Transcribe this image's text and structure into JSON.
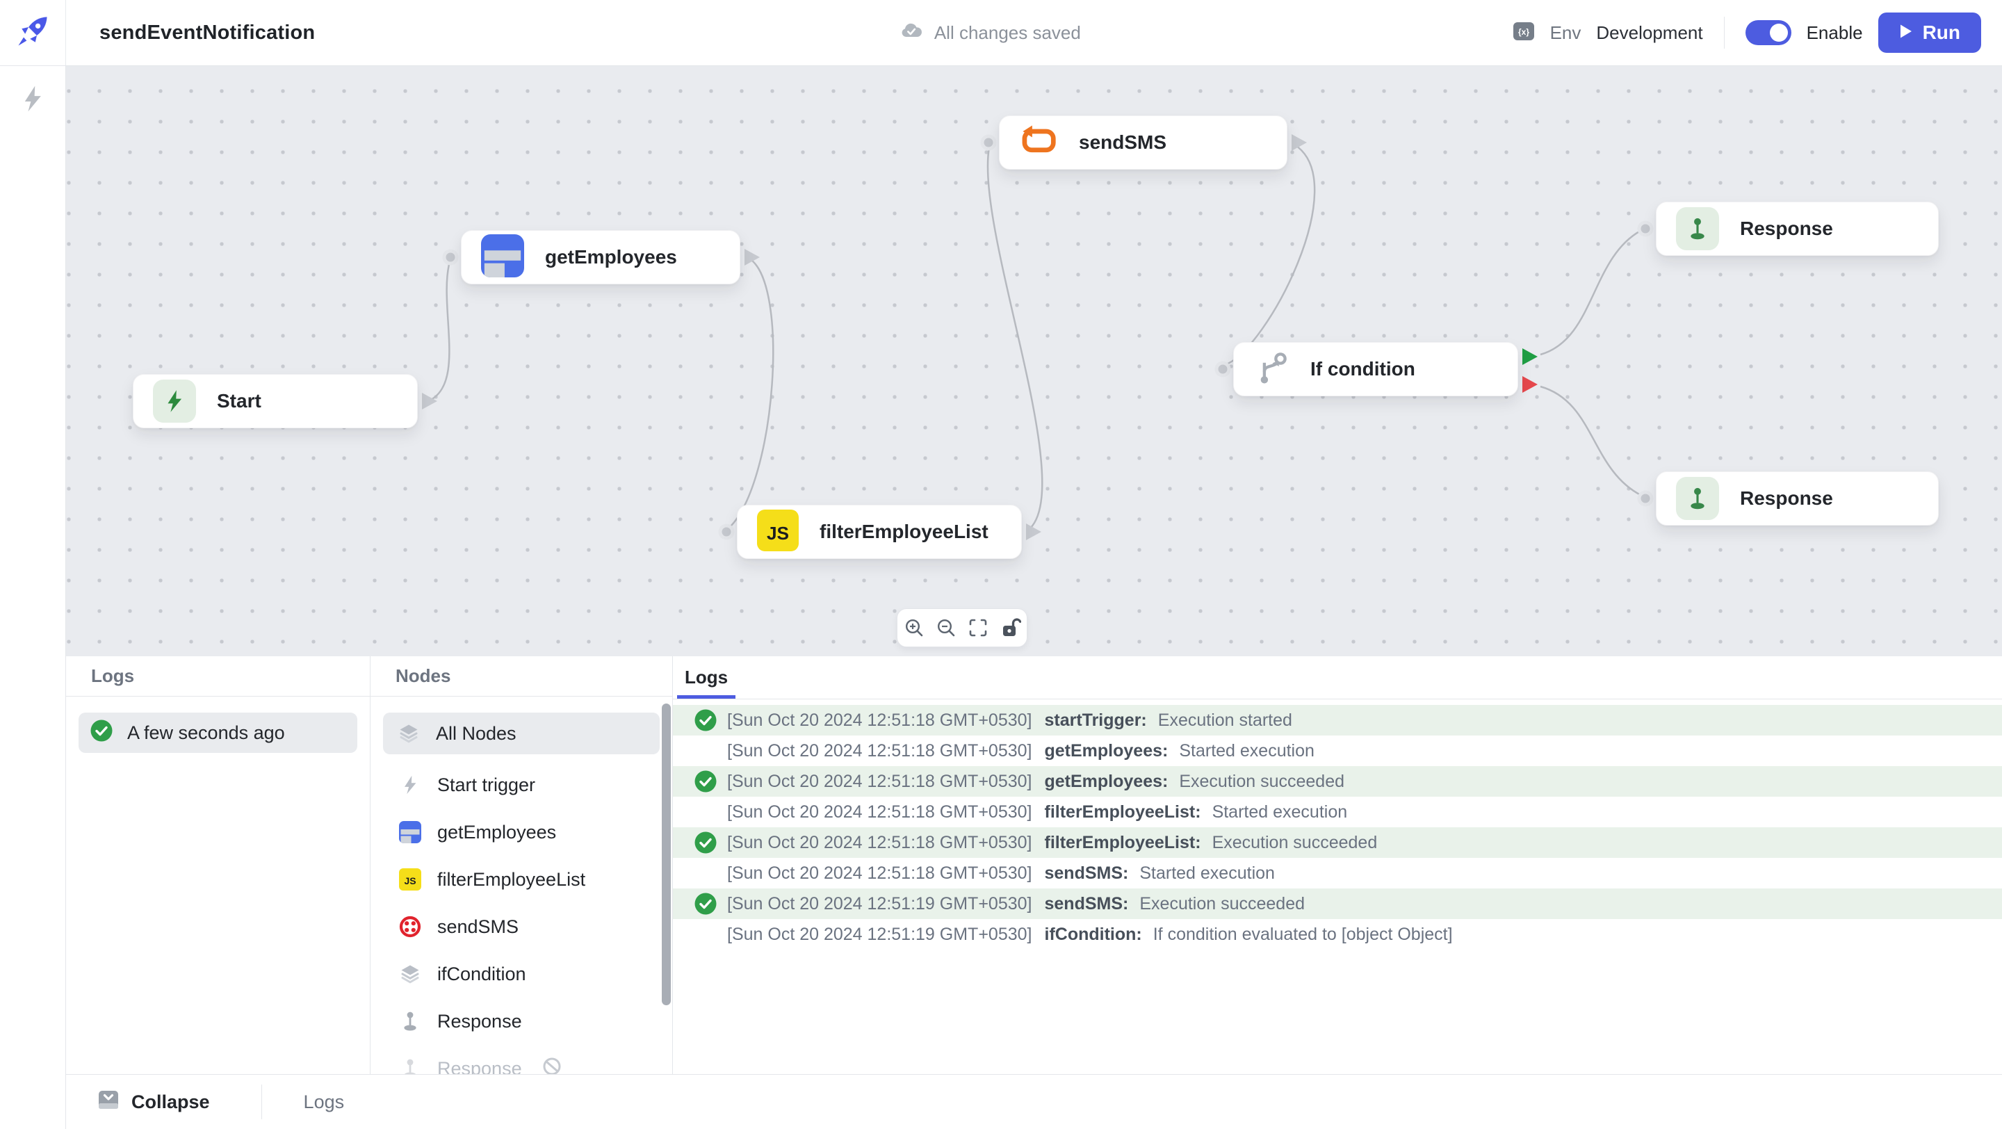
{
  "colors": {
    "accent": "#4d5ce0",
    "success": "#2f9e49",
    "success_row_bg": "#e9f2ea",
    "canvas_bg": "#e9ebef",
    "branch_true": "#1f9e44",
    "branch_false": "#e5484d"
  },
  "topbar": {
    "title": "sendEventNotification",
    "save_status": "All changes saved",
    "env_label": "Env",
    "env_value": "Development",
    "enable_label": "Enable",
    "run_label": "Run"
  },
  "canvas": {
    "nodes": [
      {
        "label": "Start",
        "type": "start-trigger"
      },
      {
        "label": "getEmployees",
        "type": "datasource-query"
      },
      {
        "label": "sendSMS",
        "type": "api-call"
      },
      {
        "label": "filterEmployeeList",
        "type": "js-code"
      },
      {
        "label": "If condition",
        "type": "branch"
      },
      {
        "label": "Response",
        "type": "response"
      },
      {
        "label": "Response",
        "type": "response"
      }
    ],
    "edges": [
      {
        "from": "Start",
        "to": "getEmployees"
      },
      {
        "from": "getEmployees",
        "to": "filterEmployeeList"
      },
      {
        "from": "filterEmployeeList",
        "to": "sendSMS"
      },
      {
        "from": "sendSMS",
        "to": "If condition"
      },
      {
        "from": "If condition",
        "to": "Response",
        "port": "true"
      },
      {
        "from": "If condition",
        "to": "Response",
        "port": "false"
      }
    ]
  },
  "zoom_toolbar": {
    "buttons": [
      "zoom-in",
      "zoom-out",
      "fit-view",
      "unlock"
    ]
  },
  "runs_panel": {
    "header": "Logs",
    "items": [
      {
        "label": "A few seconds ago",
        "status": "success"
      }
    ]
  },
  "nodes_panel": {
    "header": "Nodes",
    "items": [
      {
        "label": "All Nodes",
        "icon": "layers",
        "selected": true
      },
      {
        "label": "Start trigger",
        "icon": "lightning"
      },
      {
        "label": "getEmployees",
        "icon": "table"
      },
      {
        "label": "filterEmployeeList",
        "icon": "js"
      },
      {
        "label": "sendSMS",
        "icon": "twilio"
      },
      {
        "label": "ifCondition",
        "icon": "layers"
      },
      {
        "label": "Response",
        "icon": "pin"
      },
      {
        "label": "Response",
        "icon": "pin",
        "disabled": true
      }
    ]
  },
  "log_output": {
    "tab": "Logs",
    "rows": [
      {
        "timestamp": "[Sun Oct 20 2024 12:51:18 GMT+0530]",
        "name": "startTrigger:",
        "message": "Execution started",
        "success": true
      },
      {
        "timestamp": "[Sun Oct 20 2024 12:51:18 GMT+0530]",
        "name": "getEmployees:",
        "message": "Started execution",
        "success": false
      },
      {
        "timestamp": "[Sun Oct 20 2024 12:51:18 GMT+0530]",
        "name": "getEmployees:",
        "message": "Execution succeeded",
        "success": true
      },
      {
        "timestamp": "[Sun Oct 20 2024 12:51:18 GMT+0530]",
        "name": "filterEmployeeList:",
        "message": "Started execution",
        "success": false
      },
      {
        "timestamp": "[Sun Oct 20 2024 12:51:18 GMT+0530]",
        "name": "filterEmployeeList:",
        "message": "Execution succeeded",
        "success": true
      },
      {
        "timestamp": "[Sun Oct 20 2024 12:51:18 GMT+0530]",
        "name": "sendSMS:",
        "message": "Started execution",
        "success": false
      },
      {
        "timestamp": "[Sun Oct 20 2024 12:51:19 GMT+0530]",
        "name": "sendSMS:",
        "message": "Execution succeeded",
        "success": true
      },
      {
        "timestamp": "[Sun Oct 20 2024 12:51:19 GMT+0530]",
        "name": "ifCondition:",
        "message": "If condition evaluated to [object Object]",
        "success": false
      }
    ]
  },
  "bottom_bar": {
    "collapse_label": "Collapse",
    "logs_label": "Logs"
  }
}
